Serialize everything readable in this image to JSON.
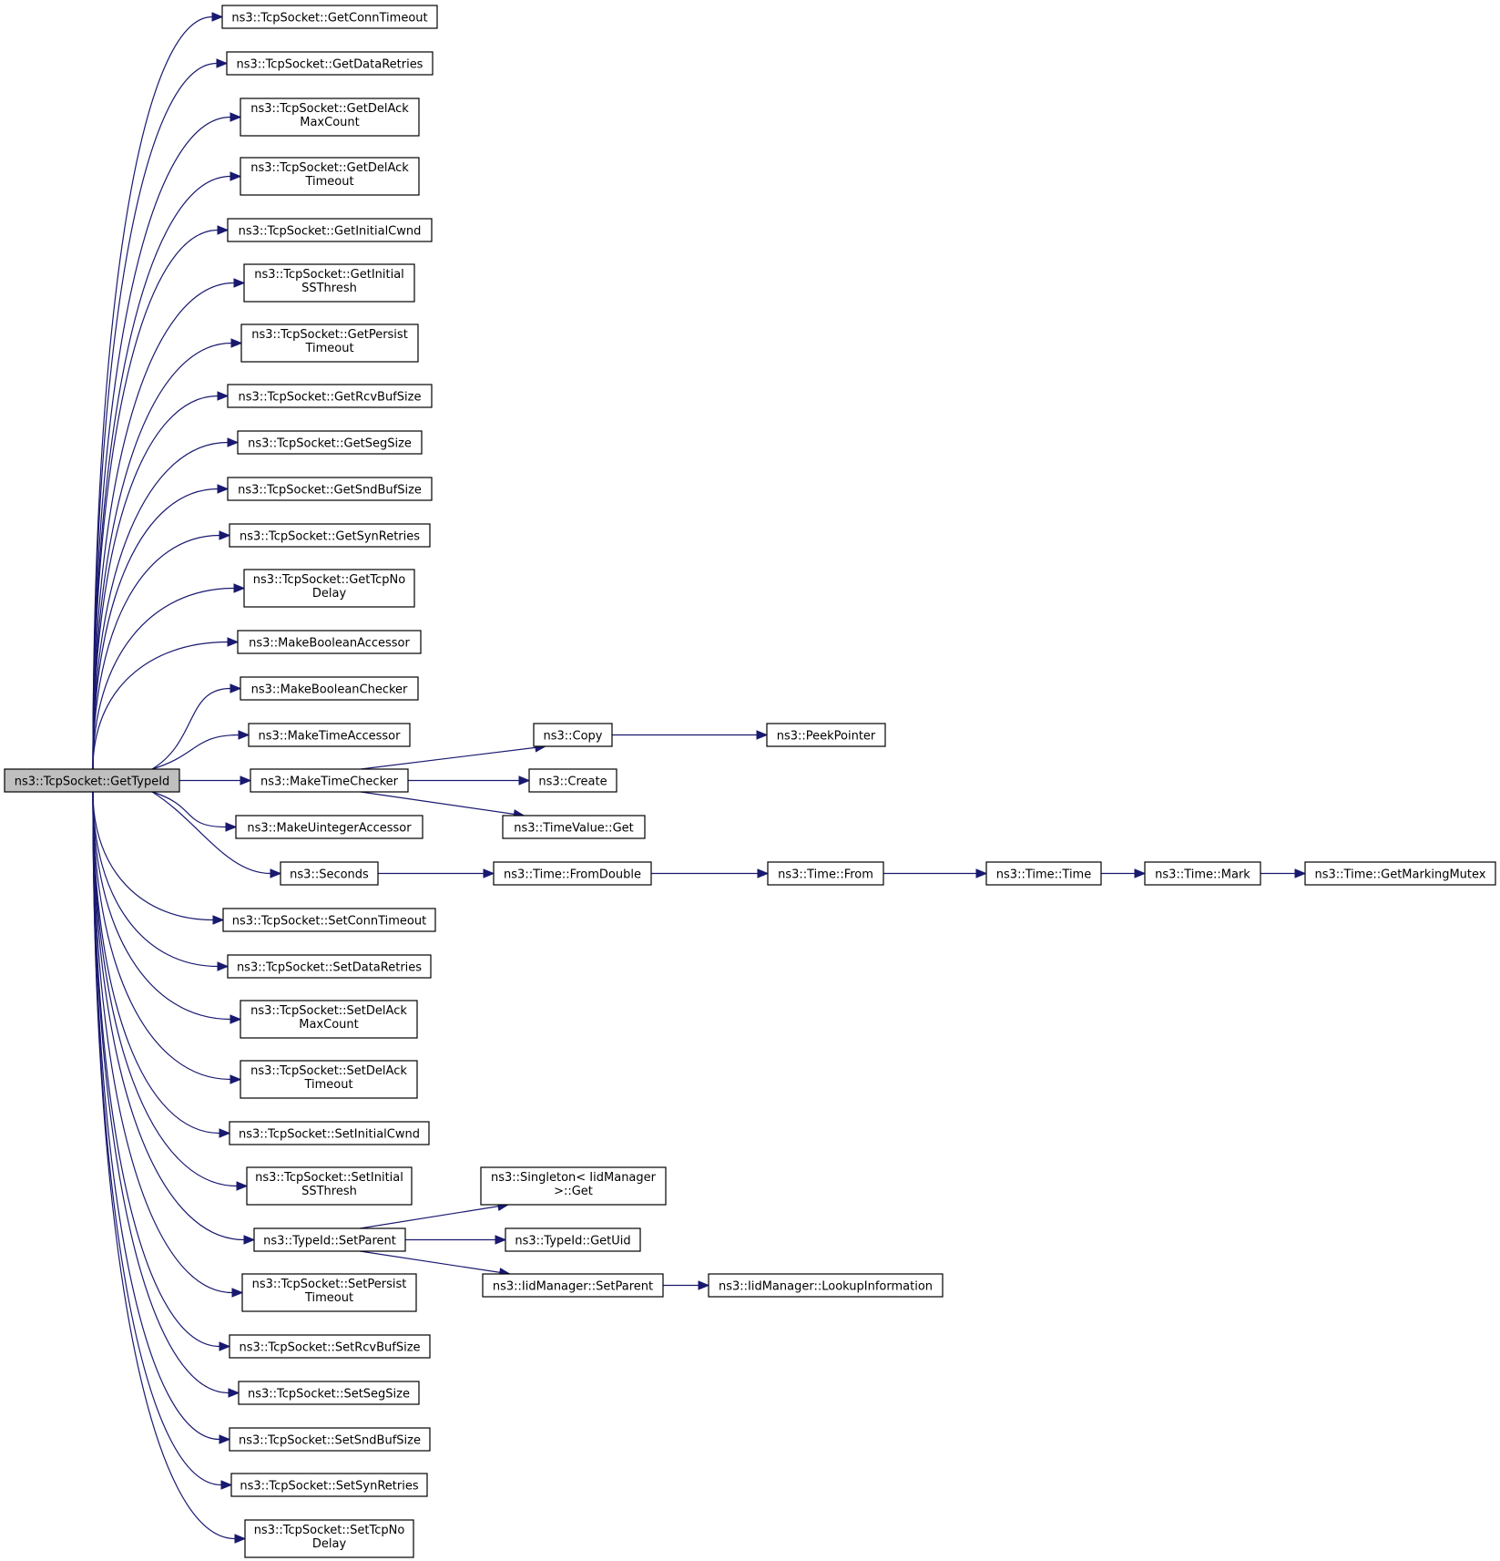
{
  "root": "root",
  "colors": {
    "edge": "#191970",
    "root_fill": "#bfbfbf",
    "node_fill": "#ffffff",
    "border": "#000000"
  },
  "nodes": [
    {
      "id": "root",
      "label": [
        "ns3::TcpSocket::GetTypeId"
      ]
    },
    {
      "id": "n1",
      "label": [
        "ns3::TcpSocket::GetConnTimeout"
      ]
    },
    {
      "id": "n2",
      "label": [
        "ns3::TcpSocket::GetDataRetries"
      ]
    },
    {
      "id": "n3",
      "label": [
        "ns3::TcpSocket::GetDelAck",
        "MaxCount"
      ]
    },
    {
      "id": "n4",
      "label": [
        "ns3::TcpSocket::GetDelAck",
        "Timeout"
      ]
    },
    {
      "id": "n5",
      "label": [
        "ns3::TcpSocket::GetInitialCwnd"
      ]
    },
    {
      "id": "n6",
      "label": [
        "ns3::TcpSocket::GetInitial",
        "SSThresh"
      ]
    },
    {
      "id": "n7",
      "label": [
        "ns3::TcpSocket::GetPersist",
        "Timeout"
      ]
    },
    {
      "id": "n8",
      "label": [
        "ns3::TcpSocket::GetRcvBufSize"
      ]
    },
    {
      "id": "n9",
      "label": [
        "ns3::TcpSocket::GetSegSize"
      ]
    },
    {
      "id": "n10",
      "label": [
        "ns3::TcpSocket::GetSndBufSize"
      ]
    },
    {
      "id": "n11",
      "label": [
        "ns3::TcpSocket::GetSynRetries"
      ]
    },
    {
      "id": "n12",
      "label": [
        "ns3::TcpSocket::GetTcpNo",
        "Delay"
      ]
    },
    {
      "id": "n13",
      "label": [
        "ns3::MakeBooleanAccessor"
      ]
    },
    {
      "id": "n14",
      "label": [
        "ns3::MakeBooleanChecker"
      ]
    },
    {
      "id": "n15",
      "label": [
        "ns3::MakeTimeAccessor"
      ]
    },
    {
      "id": "n16",
      "label": [
        "ns3::MakeTimeChecker"
      ]
    },
    {
      "id": "n17",
      "label": [
        "ns3::MakeUintegerAccessor"
      ]
    },
    {
      "id": "n18",
      "label": [
        "ns3::Seconds"
      ]
    },
    {
      "id": "n19",
      "label": [
        "ns3::TcpSocket::SetConnTimeout"
      ]
    },
    {
      "id": "n20",
      "label": [
        "ns3::TcpSocket::SetDataRetries"
      ]
    },
    {
      "id": "n21",
      "label": [
        "ns3::TcpSocket::SetDelAck",
        "MaxCount"
      ]
    },
    {
      "id": "n22",
      "label": [
        "ns3::TcpSocket::SetDelAck",
        "Timeout"
      ]
    },
    {
      "id": "n23",
      "label": [
        "ns3::TcpSocket::SetInitialCwnd"
      ]
    },
    {
      "id": "n24",
      "label": [
        "ns3::TcpSocket::SetInitial",
        "SSThresh"
      ]
    },
    {
      "id": "n25",
      "label": [
        "ns3::TypeId::SetParent"
      ]
    },
    {
      "id": "n26",
      "label": [
        "ns3::TcpSocket::SetPersist",
        "Timeout"
      ]
    },
    {
      "id": "n27",
      "label": [
        "ns3::TcpSocket::SetRcvBufSize"
      ]
    },
    {
      "id": "n28",
      "label": [
        "ns3::TcpSocket::SetSegSize"
      ]
    },
    {
      "id": "n29",
      "label": [
        "ns3::TcpSocket::SetSndBufSize"
      ]
    },
    {
      "id": "n30",
      "label": [
        "ns3::TcpSocket::SetSynRetries"
      ]
    },
    {
      "id": "n31",
      "label": [
        "ns3::TcpSocket::SetTcpNo",
        "Delay"
      ]
    },
    {
      "id": "n32",
      "label": [
        "ns3::Copy"
      ]
    },
    {
      "id": "n33",
      "label": [
        "ns3::PeekPointer"
      ]
    },
    {
      "id": "n34",
      "label": [
        "ns3::Create"
      ]
    },
    {
      "id": "n35",
      "label": [
        "ns3::TimeValue::Get"
      ]
    },
    {
      "id": "n36",
      "label": [
        "ns3::Time::FromDouble"
      ]
    },
    {
      "id": "n37",
      "label": [
        "ns3::Time::From"
      ]
    },
    {
      "id": "n38",
      "label": [
        "ns3::Time::Time"
      ]
    },
    {
      "id": "n39",
      "label": [
        "ns3::Time::Mark"
      ]
    },
    {
      "id": "n40",
      "label": [
        "ns3::Time::GetMarkingMutex"
      ]
    },
    {
      "id": "n41",
      "label": [
        "ns3::Singleton< IidManager",
        ">::Get"
      ]
    },
    {
      "id": "n42",
      "label": [
        "ns3::TypeId::GetUid"
      ]
    },
    {
      "id": "n43",
      "label": [
        "ns3::IidManager::SetParent"
      ]
    },
    {
      "id": "n44",
      "label": [
        "ns3::IidManager::LookupInformation"
      ]
    }
  ],
  "edges": [
    [
      "root",
      "n1"
    ],
    [
      "root",
      "n2"
    ],
    [
      "root",
      "n3"
    ],
    [
      "root",
      "n4"
    ],
    [
      "root",
      "n5"
    ],
    [
      "root",
      "n6"
    ],
    [
      "root",
      "n7"
    ],
    [
      "root",
      "n8"
    ],
    [
      "root",
      "n9"
    ],
    [
      "root",
      "n10"
    ],
    [
      "root",
      "n11"
    ],
    [
      "root",
      "n12"
    ],
    [
      "root",
      "n13"
    ],
    [
      "root",
      "n14"
    ],
    [
      "root",
      "n15"
    ],
    [
      "root",
      "n16"
    ],
    [
      "root",
      "n17"
    ],
    [
      "root",
      "n18"
    ],
    [
      "root",
      "n19"
    ],
    [
      "root",
      "n20"
    ],
    [
      "root",
      "n21"
    ],
    [
      "root",
      "n22"
    ],
    [
      "root",
      "n23"
    ],
    [
      "root",
      "n24"
    ],
    [
      "root",
      "n25"
    ],
    [
      "root",
      "n26"
    ],
    [
      "root",
      "n27"
    ],
    [
      "root",
      "n28"
    ],
    [
      "root",
      "n29"
    ],
    [
      "root",
      "n30"
    ],
    [
      "root",
      "n31"
    ],
    [
      "n16",
      "n32"
    ],
    [
      "n16",
      "n34"
    ],
    [
      "n16",
      "n35"
    ],
    [
      "n32",
      "n33"
    ],
    [
      "n18",
      "n36"
    ],
    [
      "n36",
      "n37"
    ],
    [
      "n37",
      "n38"
    ],
    [
      "n38",
      "n39"
    ],
    [
      "n39",
      "n40"
    ],
    [
      "n25",
      "n41"
    ],
    [
      "n25",
      "n42"
    ],
    [
      "n25",
      "n43"
    ],
    [
      "n43",
      "n44"
    ]
  ]
}
